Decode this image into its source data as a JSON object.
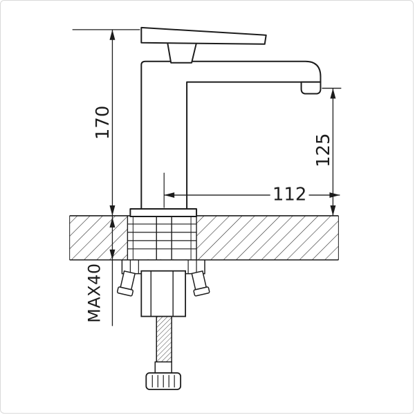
{
  "dimensions": {
    "overall_height": "170",
    "spout_height": "125",
    "spout_reach": "112",
    "max_thickness": "MAX40"
  },
  "colors": {
    "line": "#1c1c1c",
    "hatch": "#2b2b2b",
    "background": "#ffffff",
    "frame_border": "#d9d9d9"
  }
}
